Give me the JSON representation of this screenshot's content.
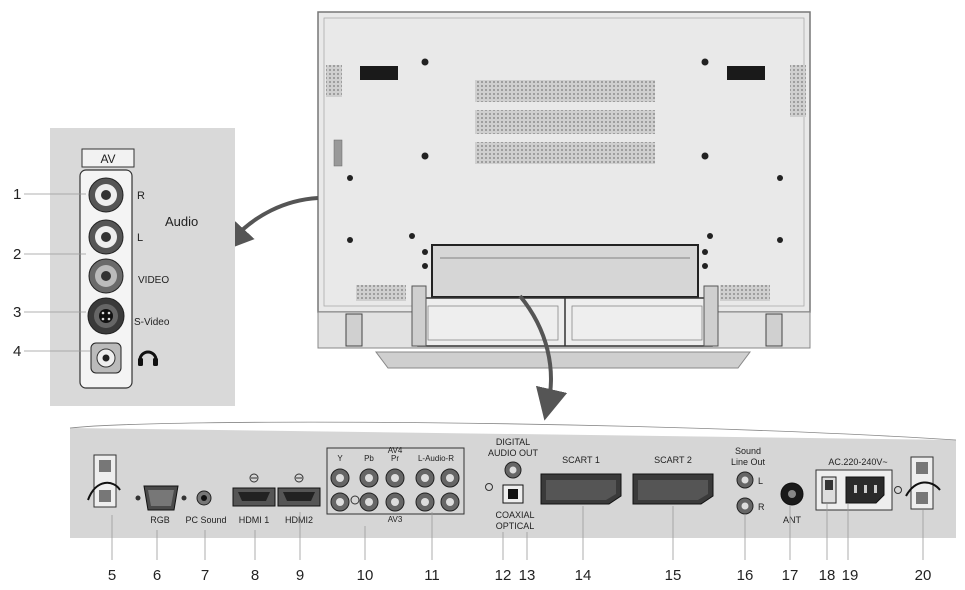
{
  "side_panel": {
    "title": "AV",
    "group_label": "Audio",
    "jacks": [
      "R",
      "L",
      "VIDEO",
      "S-Video"
    ],
    "callouts": [
      "1",
      "2",
      "3",
      "4"
    ]
  },
  "rear_panel": {
    "labels": {
      "rgb": "RGB",
      "pc_sound": "PC Sound",
      "hdmi1": "HDMI 1",
      "hdmi2": "HDMI2",
      "av4": "AV4",
      "y": "Y",
      "pb": "Pb",
      "pr": "Pr",
      "l_audio_r": "L-Audio-R",
      "av3": "AV3",
      "digital": "DIGITAL",
      "audio_out": "AUDIO OUT",
      "coaxial": "COAXIAL",
      "optical": "OPTICAL",
      "scart1": "SCART 1",
      "scart2": "SCART 2",
      "sound": "Sound",
      "line_out": "Line Out",
      "l": "L",
      "r": "R",
      "ant": "ANT",
      "ac": "AC.220-240V~"
    },
    "callouts": [
      "5",
      "6",
      "7",
      "8",
      "9",
      "10",
      "11",
      "12",
      "13",
      "14",
      "15",
      "16",
      "17",
      "18",
      "19",
      "20"
    ]
  }
}
